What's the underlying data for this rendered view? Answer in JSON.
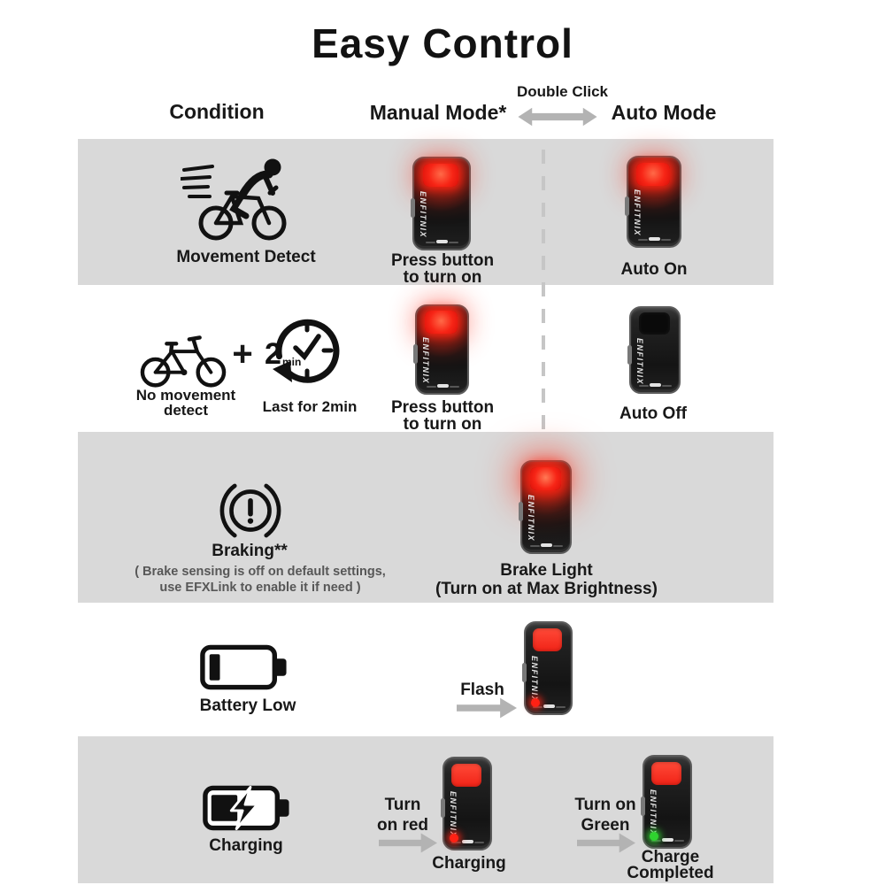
{
  "title": "Easy Control",
  "header": {
    "condition": "Condition",
    "double_click": "Double Click",
    "manual_mode": "Manual Mode*",
    "auto_mode": "Auto Mode"
  },
  "brand": "ENFITNIX",
  "colors": {
    "band_gray": "#d9d9d9",
    "lens_red": "#f72516",
    "indicator_red": "#ff2114",
    "indicator_green": "#2fd32f",
    "arrow_gray": "#b3b3b3",
    "note_gray": "#575757"
  },
  "rows": {
    "movement": {
      "label": "Movement Detect",
      "manual_line1": "Press button",
      "manual_line2": "to turn on",
      "auto_label": "Auto On"
    },
    "no_movement": {
      "label_line1": "No movement",
      "label_line2": "detect",
      "plus": "+",
      "clock_value": "2",
      "clock_unit": "min",
      "duration": "Last for 2min",
      "manual_line1": "Press button",
      "manual_line2": "to turn on",
      "auto_label": "Auto Off"
    },
    "braking": {
      "label": "Braking**",
      "note_line1": "( Brake sensing is off on default settings,",
      "note_line2": "use EFXLink to enable it if need )",
      "result_line1": "Brake Light",
      "result_line2": "(Turn on at Max Brightness)"
    },
    "battery_low": {
      "label": "Battery Low",
      "action": "Flash"
    },
    "charging": {
      "label": "Charging",
      "red_line1": "Turn",
      "red_line2": "on red",
      "red_result": "Charging",
      "green_line1": "Turn on",
      "green_line2": "Green",
      "green_result_line1": "Charge",
      "green_result_line2": "Completed"
    }
  }
}
